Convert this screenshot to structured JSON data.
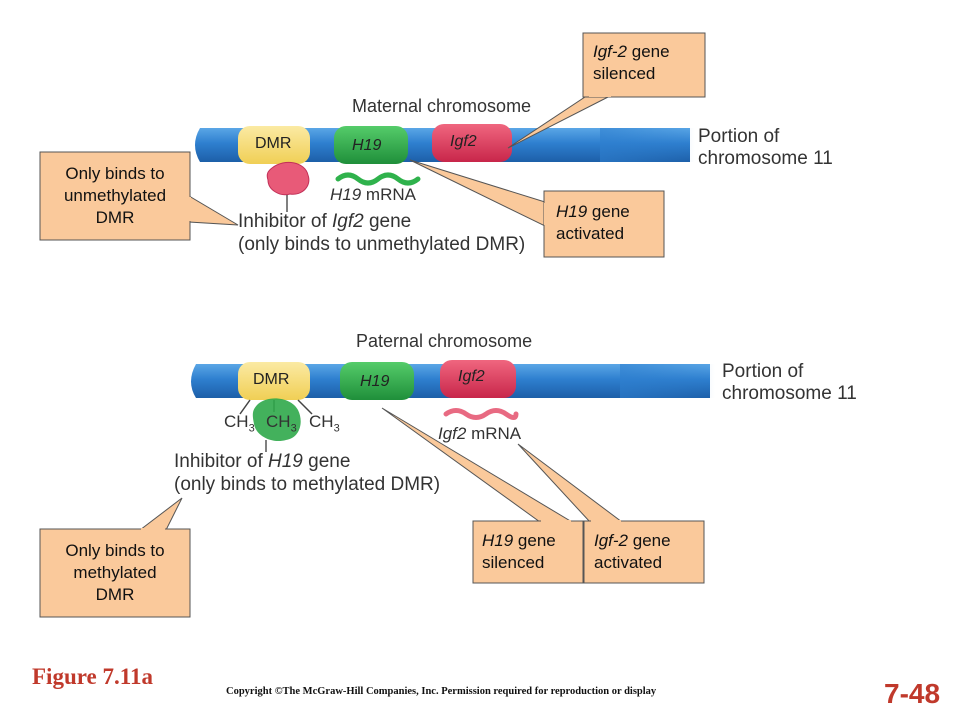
{
  "colors": {
    "callout_fill": "#fac99b",
    "chromosome": "#2e7fcf",
    "dmr": "#f5dc78",
    "h19": "#2fb24c",
    "igf2": "#e23a5e",
    "inhibitor": "#e85a78",
    "methyl_inhibitor": "#2fa84a",
    "title_red": "#c0392b"
  },
  "maternal": {
    "title": "Maternal chromosome",
    "segments": {
      "dmr": "DMR",
      "h19": "H19",
      "igf2": "Igf2"
    },
    "portion_line1": "Portion of",
    "portion_line2": "chromosome 11",
    "mrna_gene": "H19",
    "mrna_suffix": " mRNA",
    "inhibitor_prefix": "Inhibitor of ",
    "inhibitor_gene": "Igf2",
    "inhibitor_suffix": " gene",
    "inhibitor_note": "(only binds to unmethylated DMR)"
  },
  "paternal": {
    "title": "Paternal chromosome",
    "segments": {
      "dmr": "DMR",
      "h19": "H19",
      "igf2": "Igf2"
    },
    "portion_line1": "Portion of",
    "portion_line2": "chromosome 11",
    "methyl_base": "CH",
    "methyl_sub": "3",
    "mrna_gene": "Igf2",
    "mrna_suffix": " mRNA",
    "inhibitor_prefix": "Inhibitor of ",
    "inhibitor_gene": "H19",
    "inhibitor_suffix": " gene",
    "inhibitor_note": "(only binds to methylated DMR)"
  },
  "callouts": {
    "igf2_silenced": {
      "gene": "Igf-2",
      "line1_rest": " gene",
      "line2": "silenced"
    },
    "h19_activated": {
      "gene": "H19",
      "line1_rest": " gene",
      "line2": "activated"
    },
    "only_unmethylated": {
      "line1": "Only binds to",
      "line2": "unmethylated",
      "line3": "DMR"
    },
    "only_methylated": {
      "line1": "Only binds to",
      "line2": "methylated",
      "line3": "DMR"
    },
    "h19_silenced": {
      "gene": "H19",
      "line1_rest": " gene",
      "line2": "silenced"
    },
    "igf2_activated": {
      "gene": "Igf-2",
      "line1_rest": " gene",
      "line2": "activated"
    }
  },
  "footer": {
    "figure_label": "Figure 7.11a",
    "copyright": "Copyright ©The McGraw-Hill Companies, Inc. Permission required for reproduction or display",
    "slide_number": "7-48"
  }
}
